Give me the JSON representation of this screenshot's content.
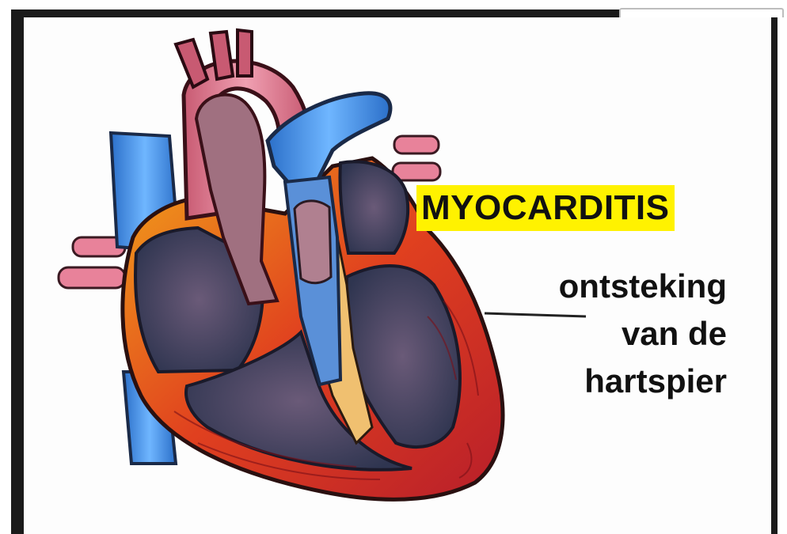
{
  "title": "MYOCARDITIS",
  "caption": {
    "line1": "ontsteking",
    "line2": "van de",
    "line3": "hartspier"
  },
  "colors": {
    "title_highlight": "#fff200",
    "frame": "#1a1a1a",
    "muscle_red": "#d8321f",
    "vein_blue": "#3f86d8",
    "chamber_dark": "#3f4660",
    "artery_pink": "#e8829a"
  }
}
